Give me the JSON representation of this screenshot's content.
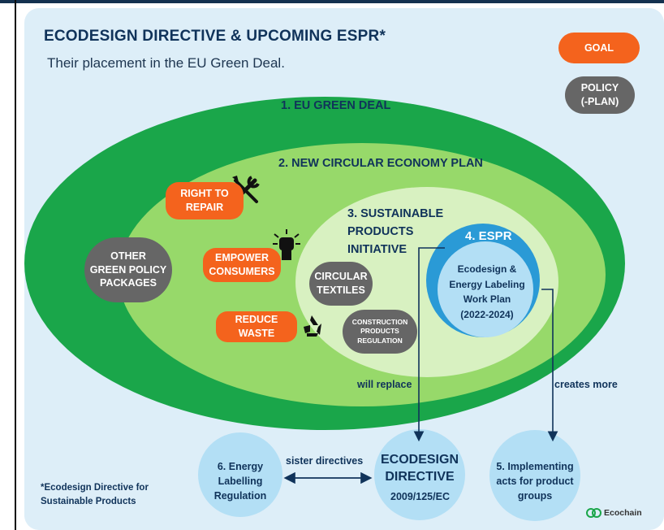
{
  "header": {
    "title": "ECODESIGN DIRECTIVE & UPCOMING ESPR*",
    "subtitle": "Their placement in the EU Green Deal."
  },
  "legend": {
    "goal": "GOAL",
    "policy": "POLICY\n(-PLAN)"
  },
  "circles": {
    "green_deal": "1. EU GREEN DEAL",
    "circular_economy": "2. NEW CIRCULAR ECONOMY PLAN",
    "sustainable_products": "3. SUSTAINABLE\nPRODUCTS\nINITIATIVE",
    "espr": "4. ESPR",
    "work_plan": "Ecodesign &\nEnergy Labeling\nWork Plan\n(2022-2024)"
  },
  "goals": {
    "right_to_repair": "RIGHT TO\nREPAIR",
    "empower_consumers": "EMPOWER\nCONSUMERS",
    "reduce_waste": "REDUCE WASTE"
  },
  "policies": {
    "other_packages": "OTHER\nGREEN POLICY\nPACKAGES",
    "circular_textiles": "CIRCULAR\nTEXTILES",
    "construction_products": "CONSTRUCTION\nPRODUCTS\nREGULATION"
  },
  "connectors": {
    "will_replace": "will replace",
    "creates_more": "creates more",
    "sister_directives": "sister directives"
  },
  "bottom": {
    "energy_labelling": "6. Energy\nLabelling\nRegulation",
    "ecodesign_title": "ECODESIGN\nDIRECTIVE",
    "ecodesign_code": "2009/125/EC",
    "implementing_acts": "5. Implementing\nacts for product\ngroups"
  },
  "footnote": "*Ecodesign Directive for\nSustainable Products",
  "brand": "Ecochain",
  "colors": {
    "navy": "#10335a",
    "dark_green": "#1aa64a",
    "mid_green": "#97d96a",
    "light_green": "#d8f1c1",
    "blue": "#b3dff5",
    "orange": "#f4631d",
    "grey": "#666666",
    "background": "#ddeef8"
  },
  "icons": [
    "wrench-screwdriver-icon",
    "raised-fist-icon",
    "recycle-icon",
    "ecochain-logo-icon"
  ]
}
